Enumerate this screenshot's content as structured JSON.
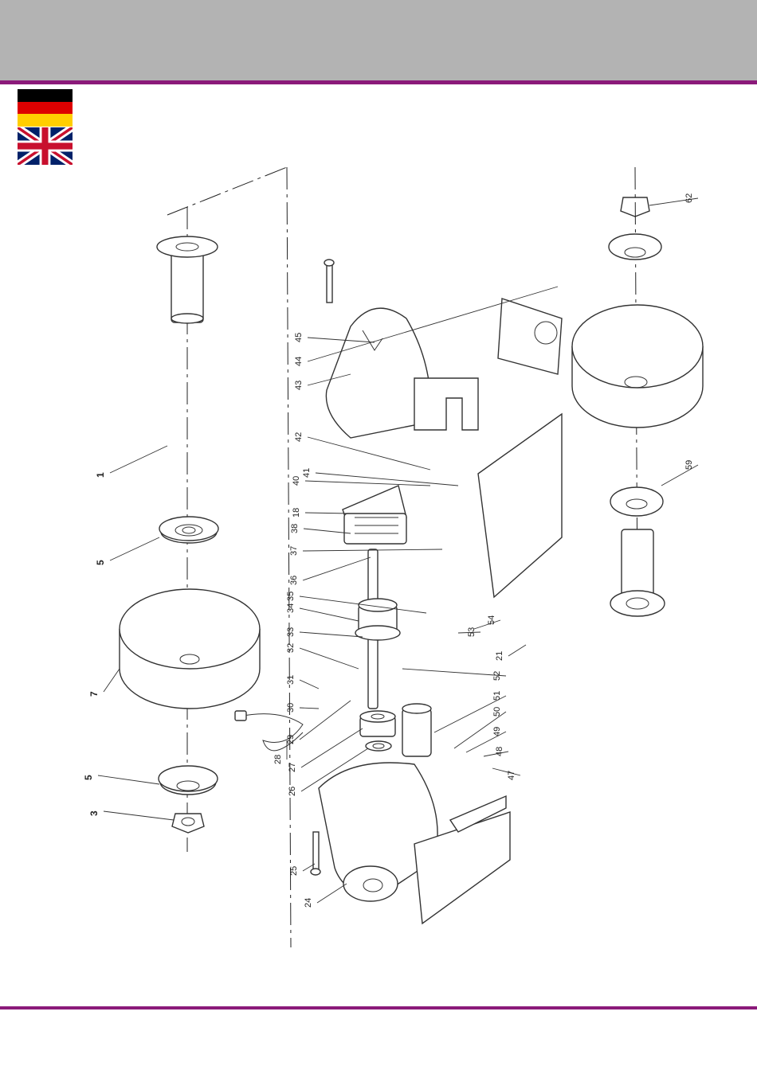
{
  "colors": {
    "header_band": "#b3b3b3",
    "accent_rule": "#8b1a7a",
    "flag_de": [
      "#000000",
      "#dd0000",
      "#ffce00"
    ],
    "flag_uk": [
      "#012169",
      "#ffffff",
      "#c8102e"
    ]
  },
  "header": {
    "flags": [
      "flag-germany",
      "flag-united-kingdom"
    ]
  },
  "diagram": {
    "part_numbers": [
      "1",
      "3",
      "5",
      "5",
      "7",
      "18",
      "21",
      "24",
      "25",
      "26",
      "27",
      "28",
      "29",
      "30",
      "31",
      "32",
      "33",
      "34",
      "35",
      "36",
      "37",
      "38",
      "40",
      "41",
      "42",
      "43",
      "44",
      "45",
      "47",
      "48",
      "49",
      "50",
      "51",
      "52",
      "53",
      "54",
      "59",
      "62"
    ]
  }
}
